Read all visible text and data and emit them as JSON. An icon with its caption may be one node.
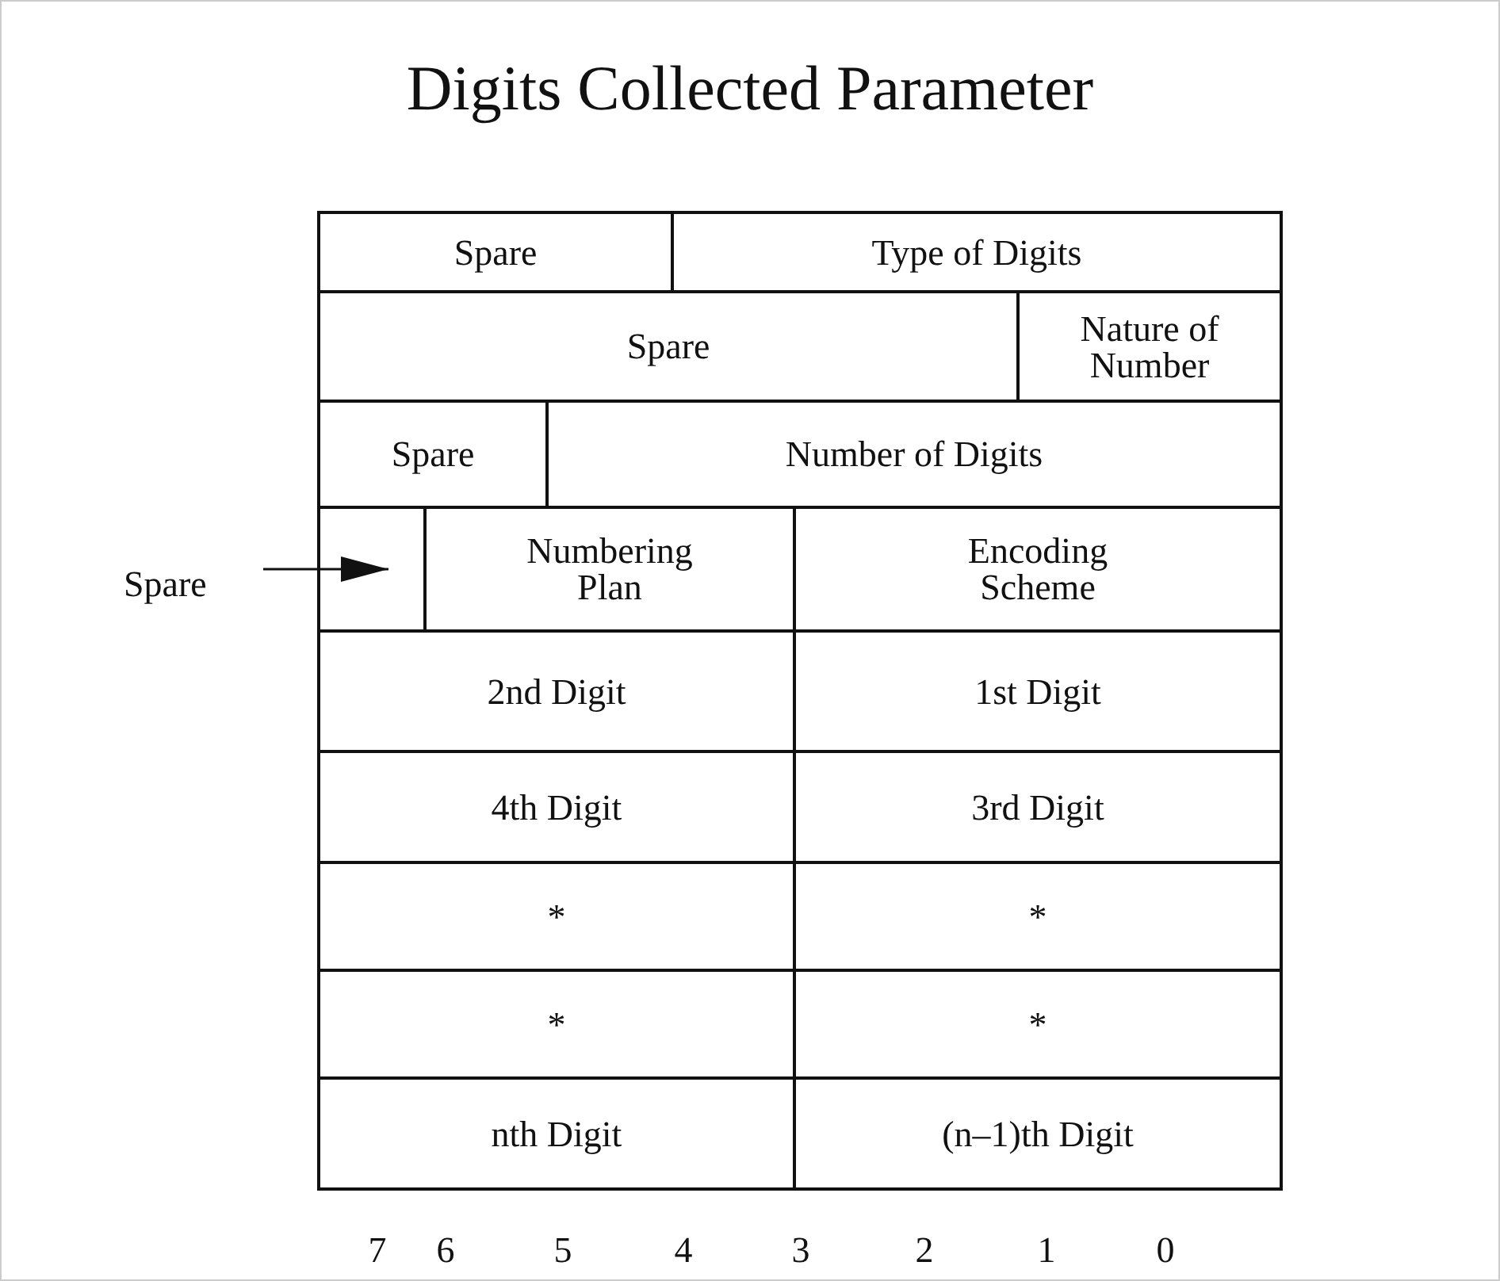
{
  "diagram": {
    "title": "Digits Collected Parameter",
    "nodes": [
      {
        "text": [
          "Spare"
        ]
      },
      {
        "text": [
          "Type of Digits"
        ]
      },
      {
        "text": [
          "Spare"
        ]
      },
      {
        "text": [
          "Nature of Number"
        ]
      },
      {
        "text": [
          "Spare"
        ]
      },
      {
        "text": [
          "Number of Digits"
        ]
      },
      {
        "text": [
          "Spare"
        ]
      },
      {
        "text": [],
        "shape": "box"
      },
      {
        "text": [
          "Numbering Plan"
        ]
      },
      {
        "text": [
          "Encoding Scheme"
        ]
      },
      {
        "text": [
          "2nd Digit"
        ]
      },
      {
        "text": [
          "1st Digit"
        ]
      },
      {
        "text": [
          "4th Digit"
        ]
      },
      {
        "text": [
          "3rd Digit"
        ]
      },
      {
        "text": [
          "*"
        ]
      },
      {
        "text": [
          "*"
        ]
      },
      {
        "text": [
          "*"
        ]
      },
      {
        "text": [
          "*"
        ]
      },
      {
        "text": [
          "nth Digit"
        ]
      },
      {
        "text": [
          "(n–1)th Digit"
        ]
      }
    ],
    "edges": [
      {
        "from": 6,
        "to": 7,
        "arrow": "to"
      }
    ],
    "labels": [
      "7",
      "6",
      "5",
      "4",
      "3",
      "2",
      "1",
      "0"
    ]
  }
}
